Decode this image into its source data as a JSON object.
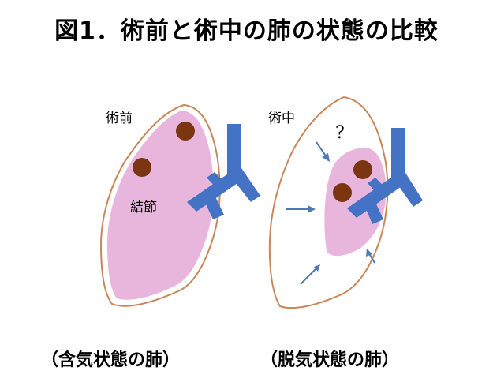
{
  "title": "図1．術前と術中の肺の状態の比較",
  "left_panel": {
    "stage_label": "術前",
    "nodule_label": "結節",
    "caption": "（含気状態の肺）"
  },
  "right_panel": {
    "stage_label": "術中",
    "unknown_mark": "?",
    "caption": "（脱気状態の肺）"
  },
  "colors": {
    "lung_outline": "#c8875a",
    "lung_fill": "#e8b6dc",
    "nodule": "#7b3510",
    "vessel": "#4472c4",
    "arrow": "#4f79b5"
  }
}
